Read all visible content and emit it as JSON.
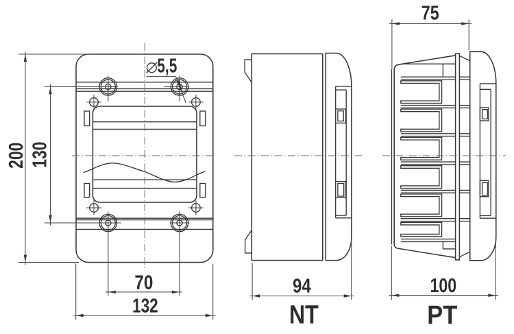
{
  "drawing": {
    "type": "technical-drawing",
    "description": "Dimensioned three-view drawing of a surface-mount DIN circuit-breaker enclosure",
    "line_color": "#373737",
    "text_color": "#2e2e2e",
    "background": "#ffffff",
    "front_view": {
      "height_dim": "200",
      "mount_hole_row_spacing_dim": "130",
      "hole_diameter_dim": "5,5",
      "diameter_symbol": "⌀",
      "mount_hole_spacing_dim": "70",
      "width_dim": "132"
    },
    "side_view_nt": {
      "depth_dim": "94",
      "label": "NT"
    },
    "side_view_pt": {
      "cover_depth_dim": "75",
      "total_depth_dim": "100",
      "label": "PT"
    }
  }
}
